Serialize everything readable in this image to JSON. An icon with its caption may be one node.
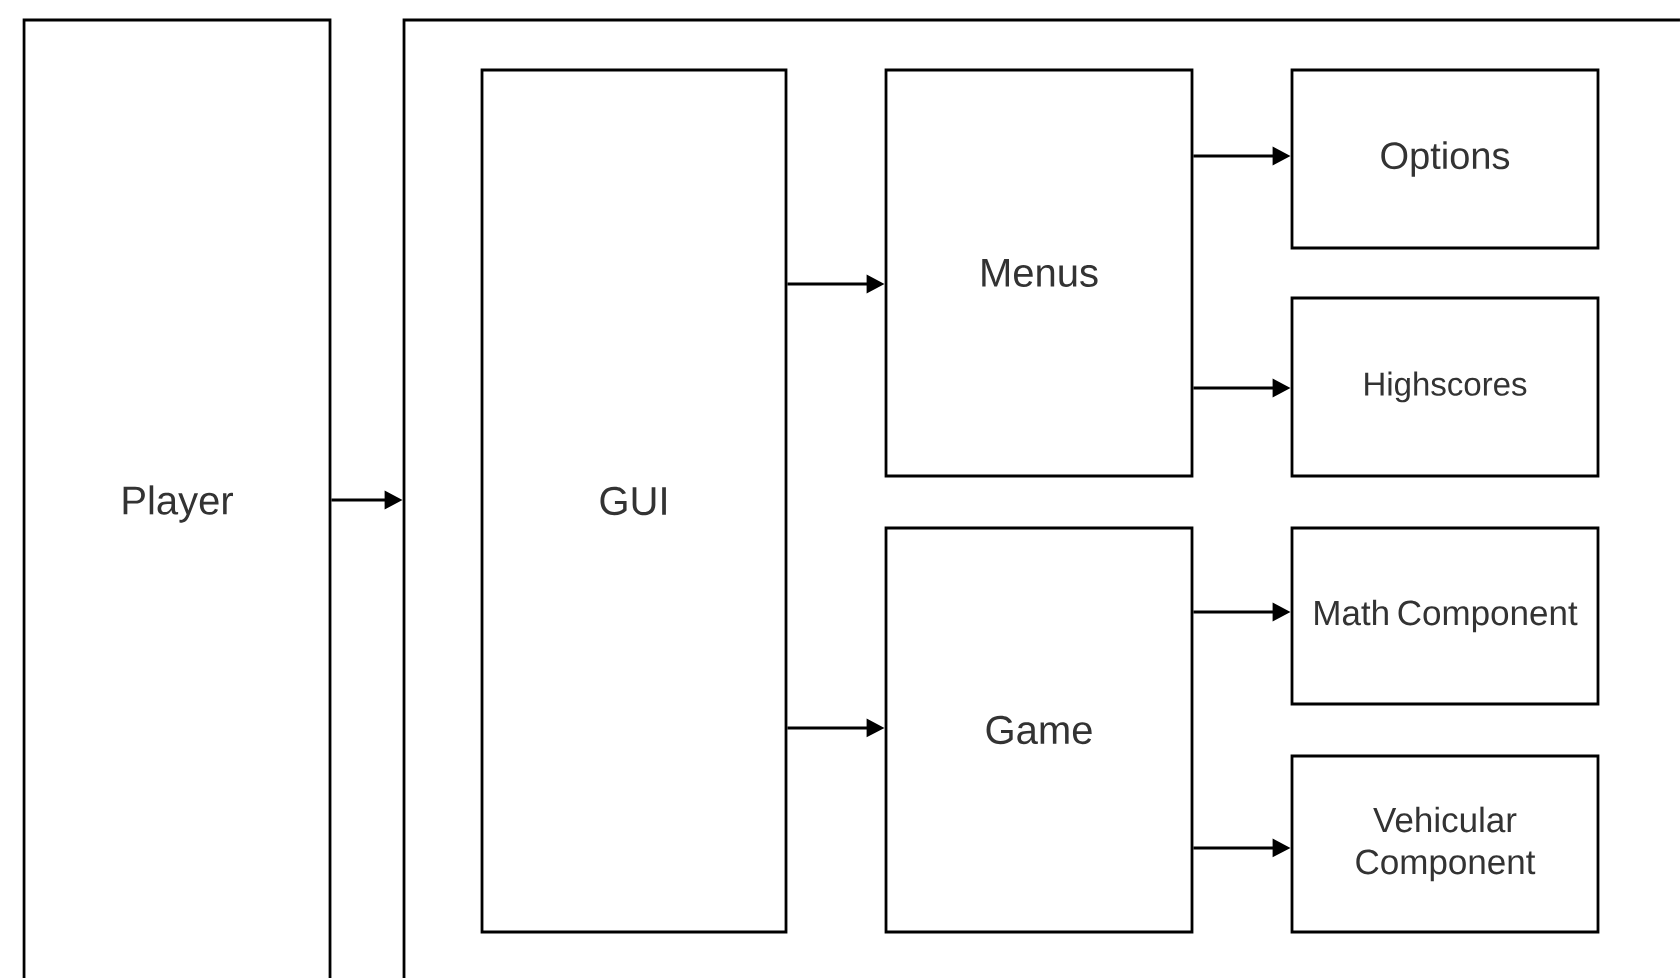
{
  "diagram": {
    "nodes": [
      {
        "text": [
          "Player"
        ]
      },
      {
        "text": [],
        "shape": "box"
      },
      {
        "text": [
          "GUI"
        ],
        "in": 1
      },
      {
        "text": [
          "Menus"
        ],
        "in": 1
      },
      {
        "text": [
          "Options"
        ],
        "in": 1
      },
      {
        "text": [
          "Highscores"
        ],
        "in": 1
      },
      {
        "text": [
          "Game"
        ],
        "in": 1
      },
      {
        "text": [
          "Math Component"
        ],
        "in": 1
      },
      {
        "text": [
          "Vehicular Component"
        ],
        "in": 1
      }
    ],
    "edges": [
      {
        "from": 0,
        "to": 1,
        "arrow": "to"
      },
      {
        "from": 2,
        "to": 3,
        "arrow": "to"
      },
      {
        "from": 2,
        "to": 6,
        "arrow": "to"
      },
      {
        "from": 3,
        "to": 4,
        "arrow": "to"
      },
      {
        "from": 3,
        "to": 5,
        "arrow": "to"
      },
      {
        "from": 6,
        "to": 7,
        "arrow": "to"
      },
      {
        "from": 6,
        "to": 8,
        "arrow": "to"
      }
    ]
  }
}
